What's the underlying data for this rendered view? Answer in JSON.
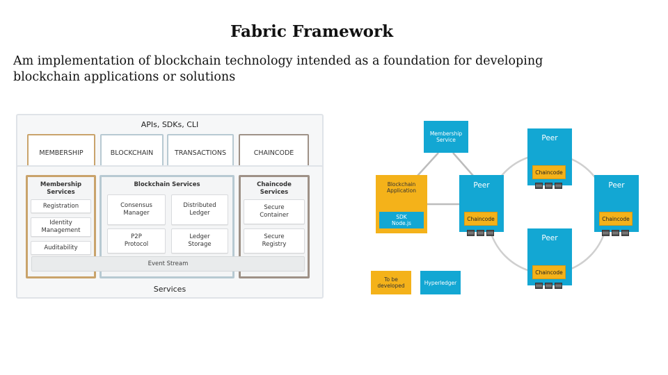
{
  "slide": {
    "title": "Fabric Framework",
    "subtitle": "Am implementation of blockchain technology intended as a foundation for developing blockchain applications or solutions"
  },
  "architecture": {
    "apis_label": "APIs, SDKs, CLI",
    "top_boxes": [
      "MEMBERSHIP",
      "BLOCKCHAIN",
      "TRANSACTIONS",
      "CHAINCODE"
    ],
    "services_label": "Services",
    "membership_services": {
      "title": "Membership Services",
      "items": [
        "Registration",
        "Identity Management",
        "Auditability"
      ]
    },
    "blockchain_services": {
      "title": "Blockchain Services",
      "items": [
        "Consensus Manager",
        "Distributed Ledger",
        "P2P Protocol",
        "Ledger Storage"
      ]
    },
    "chaincode_services": {
      "title": "Chaincode Services",
      "items": [
        "Secure Container",
        "Secure Registry"
      ]
    },
    "event_stream": "Event Stream"
  },
  "network": {
    "membership_service": "Membership Service",
    "blockchain_application": "Blockchain Application",
    "sdk": "SDK Node.js",
    "peers": [
      {
        "label": "Peer",
        "chaincode": "Chaincode"
      },
      {
        "label": "Peer",
        "chaincode": "Chaincode"
      },
      {
        "label": "Peer",
        "chaincode": "Chaincode"
      },
      {
        "label": "Peer",
        "chaincode": "Chaincode"
      }
    ],
    "legend": {
      "to_be_developed": "To be developed",
      "hyperledger": "Hyperledger"
    },
    "colors": {
      "hyperledger_blue": "#13a7d3",
      "to_be_developed_yellow": "#f4b21a"
    }
  }
}
